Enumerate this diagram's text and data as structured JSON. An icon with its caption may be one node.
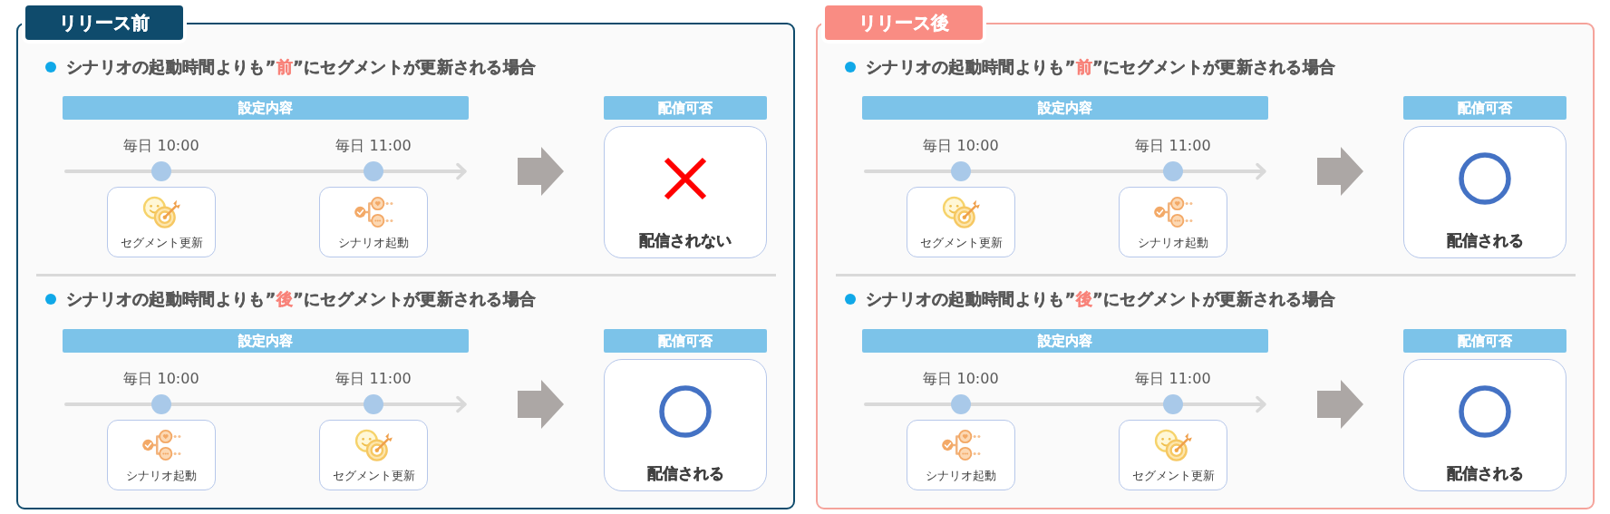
{
  "diagram": {
    "nodes": [
      {
        "text": [
          "リリース前"
        ]
      },
      {
        "text": [
          "設定内容"
        ],
        "in": 0
      },
      {
        "text": [
          "配信可否"
        ],
        "in": 0
      },
      {
        "text": [
          "セグメント更新"
        ],
        "in": 0
      },
      {
        "text": [
          "シナリオ起動"
        ],
        "in": 0
      },
      {
        "text": [
          "配信されない"
        ],
        "in": 0
      },
      {
        "text": [
          "設定内容"
        ],
        "in": 0
      },
      {
        "text": [
          "配信可否"
        ],
        "in": 0
      },
      {
        "text": [
          "シナリオ起動"
        ],
        "in": 0
      },
      {
        "text": [
          "セグメント更新"
        ],
        "in": 0
      },
      {
        "text": [
          "配信される"
        ],
        "in": 0
      },
      {
        "text": [
          "リリース後"
        ]
      },
      {
        "text": [
          "設定内容"
        ],
        "in": 11
      },
      {
        "text": [
          "配信可否"
        ],
        "in": 11
      },
      {
        "text": [
          "セグメント更新"
        ],
        "in": 11
      },
      {
        "text": [
          "シナリオ起動"
        ],
        "in": 11
      },
      {
        "text": [
          "配信される"
        ],
        "in": 11
      },
      {
        "text": [
          "設定内容"
        ],
        "in": 11
      },
      {
        "text": [
          "配信可否"
        ],
        "in": 11
      },
      {
        "text": [
          "シナリオ起動"
        ],
        "in": 11
      },
      {
        "text": [
          "セグメント更新"
        ],
        "in": 11
      },
      {
        "text": [
          "配信される"
        ],
        "in": 11
      }
    ],
    "edges": [
      {
        "from": null,
        "to": 5,
        "arrow": "to"
      },
      {
        "from": null,
        "to": 10,
        "arrow": "to"
      },
      {
        "from": null,
        "to": 16,
        "arrow": "to"
      },
      {
        "from": null,
        "to": 21,
        "arrow": "to"
      }
    ],
    "labels": [
      "シナリオの起動時間よりも”*前*”にセグメントが更新される場合",
      "毎日 10:00",
      "毎日 11:00",
      "シナリオの起動時間よりも”*後*”にセグメントが更新される場合",
      "毎日 10:00",
      "毎日 11:00",
      "シナリオの起動時間よりも”*前*”にセグメントが更新される場合",
      "毎日 10:00",
      "毎日 11:00",
      "シナリオの起動時間よりも”*後*”にセグメントが更新される場合",
      "毎日 10:00",
      "毎日 11:00"
    ]
  }
}
